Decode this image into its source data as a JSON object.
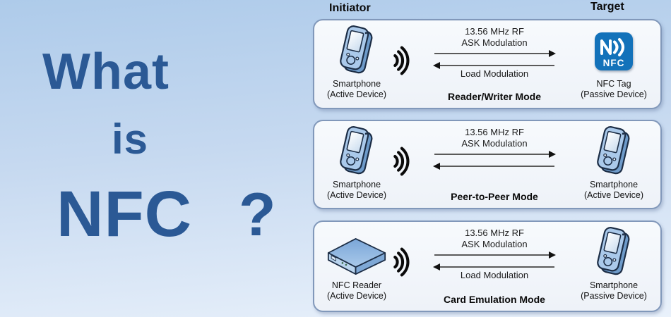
{
  "title": {
    "line1": "What",
    "line2": "is",
    "line3": "NFC",
    "question_mark": "?",
    "color": "#2b5995"
  },
  "headers": {
    "initiator": "Initiator",
    "target": "Target"
  },
  "panels": [
    {
      "mode_label": "Reader/Writer Mode",
      "left_device": {
        "icon": "smartphone-icon",
        "name": "Smartphone",
        "role": "(Active Device)"
      },
      "right_device": {
        "icon": "nfc-tag-icon",
        "name": "NFC Tag",
        "role": "(Passive Device)"
      },
      "forward_label_line1": "13.56 MHz RF",
      "forward_label_line2": "ASK Modulation",
      "back_label": "Load Modulation"
    },
    {
      "mode_label": "Peer-to-Peer Mode",
      "left_device": {
        "icon": "smartphone-icon",
        "name": "Smartphone",
        "role": "(Active Device)"
      },
      "right_device": {
        "icon": "smartphone-icon",
        "name": "Smartphone",
        "role": "(Active Device)"
      },
      "forward_label_line1": "13.56 MHz RF",
      "forward_label_line2": "ASK Modulation",
      "back_label": ""
    },
    {
      "mode_label": "Card Emulation Mode",
      "left_device": {
        "icon": "nfc-reader-icon",
        "name": "NFC Reader",
        "role": "(Active Device)"
      },
      "right_device": {
        "icon": "smartphone-icon",
        "name": "Smartphone",
        "role": "(Passive Device)"
      },
      "forward_label_line1": "13.56 MHz RF",
      "forward_label_line2": "ASK Modulation",
      "back_label": "Load Modulation"
    }
  ],
  "nfc_tag": {
    "symbol": "N))",
    "label": "NFC",
    "color": "#1372ba"
  },
  "colors": {
    "background_top": "#aecbea",
    "background_bottom": "#e9f1fb",
    "title_blue": "#2b5995",
    "panel_background": "#f4f7fa",
    "panel_border": "#8198ba",
    "device_fill": "#aac9ea",
    "device_outline": "#1c2d45",
    "nfc_tag_blue": "#1372ba",
    "arrow_line": "#5a5a5a"
  }
}
